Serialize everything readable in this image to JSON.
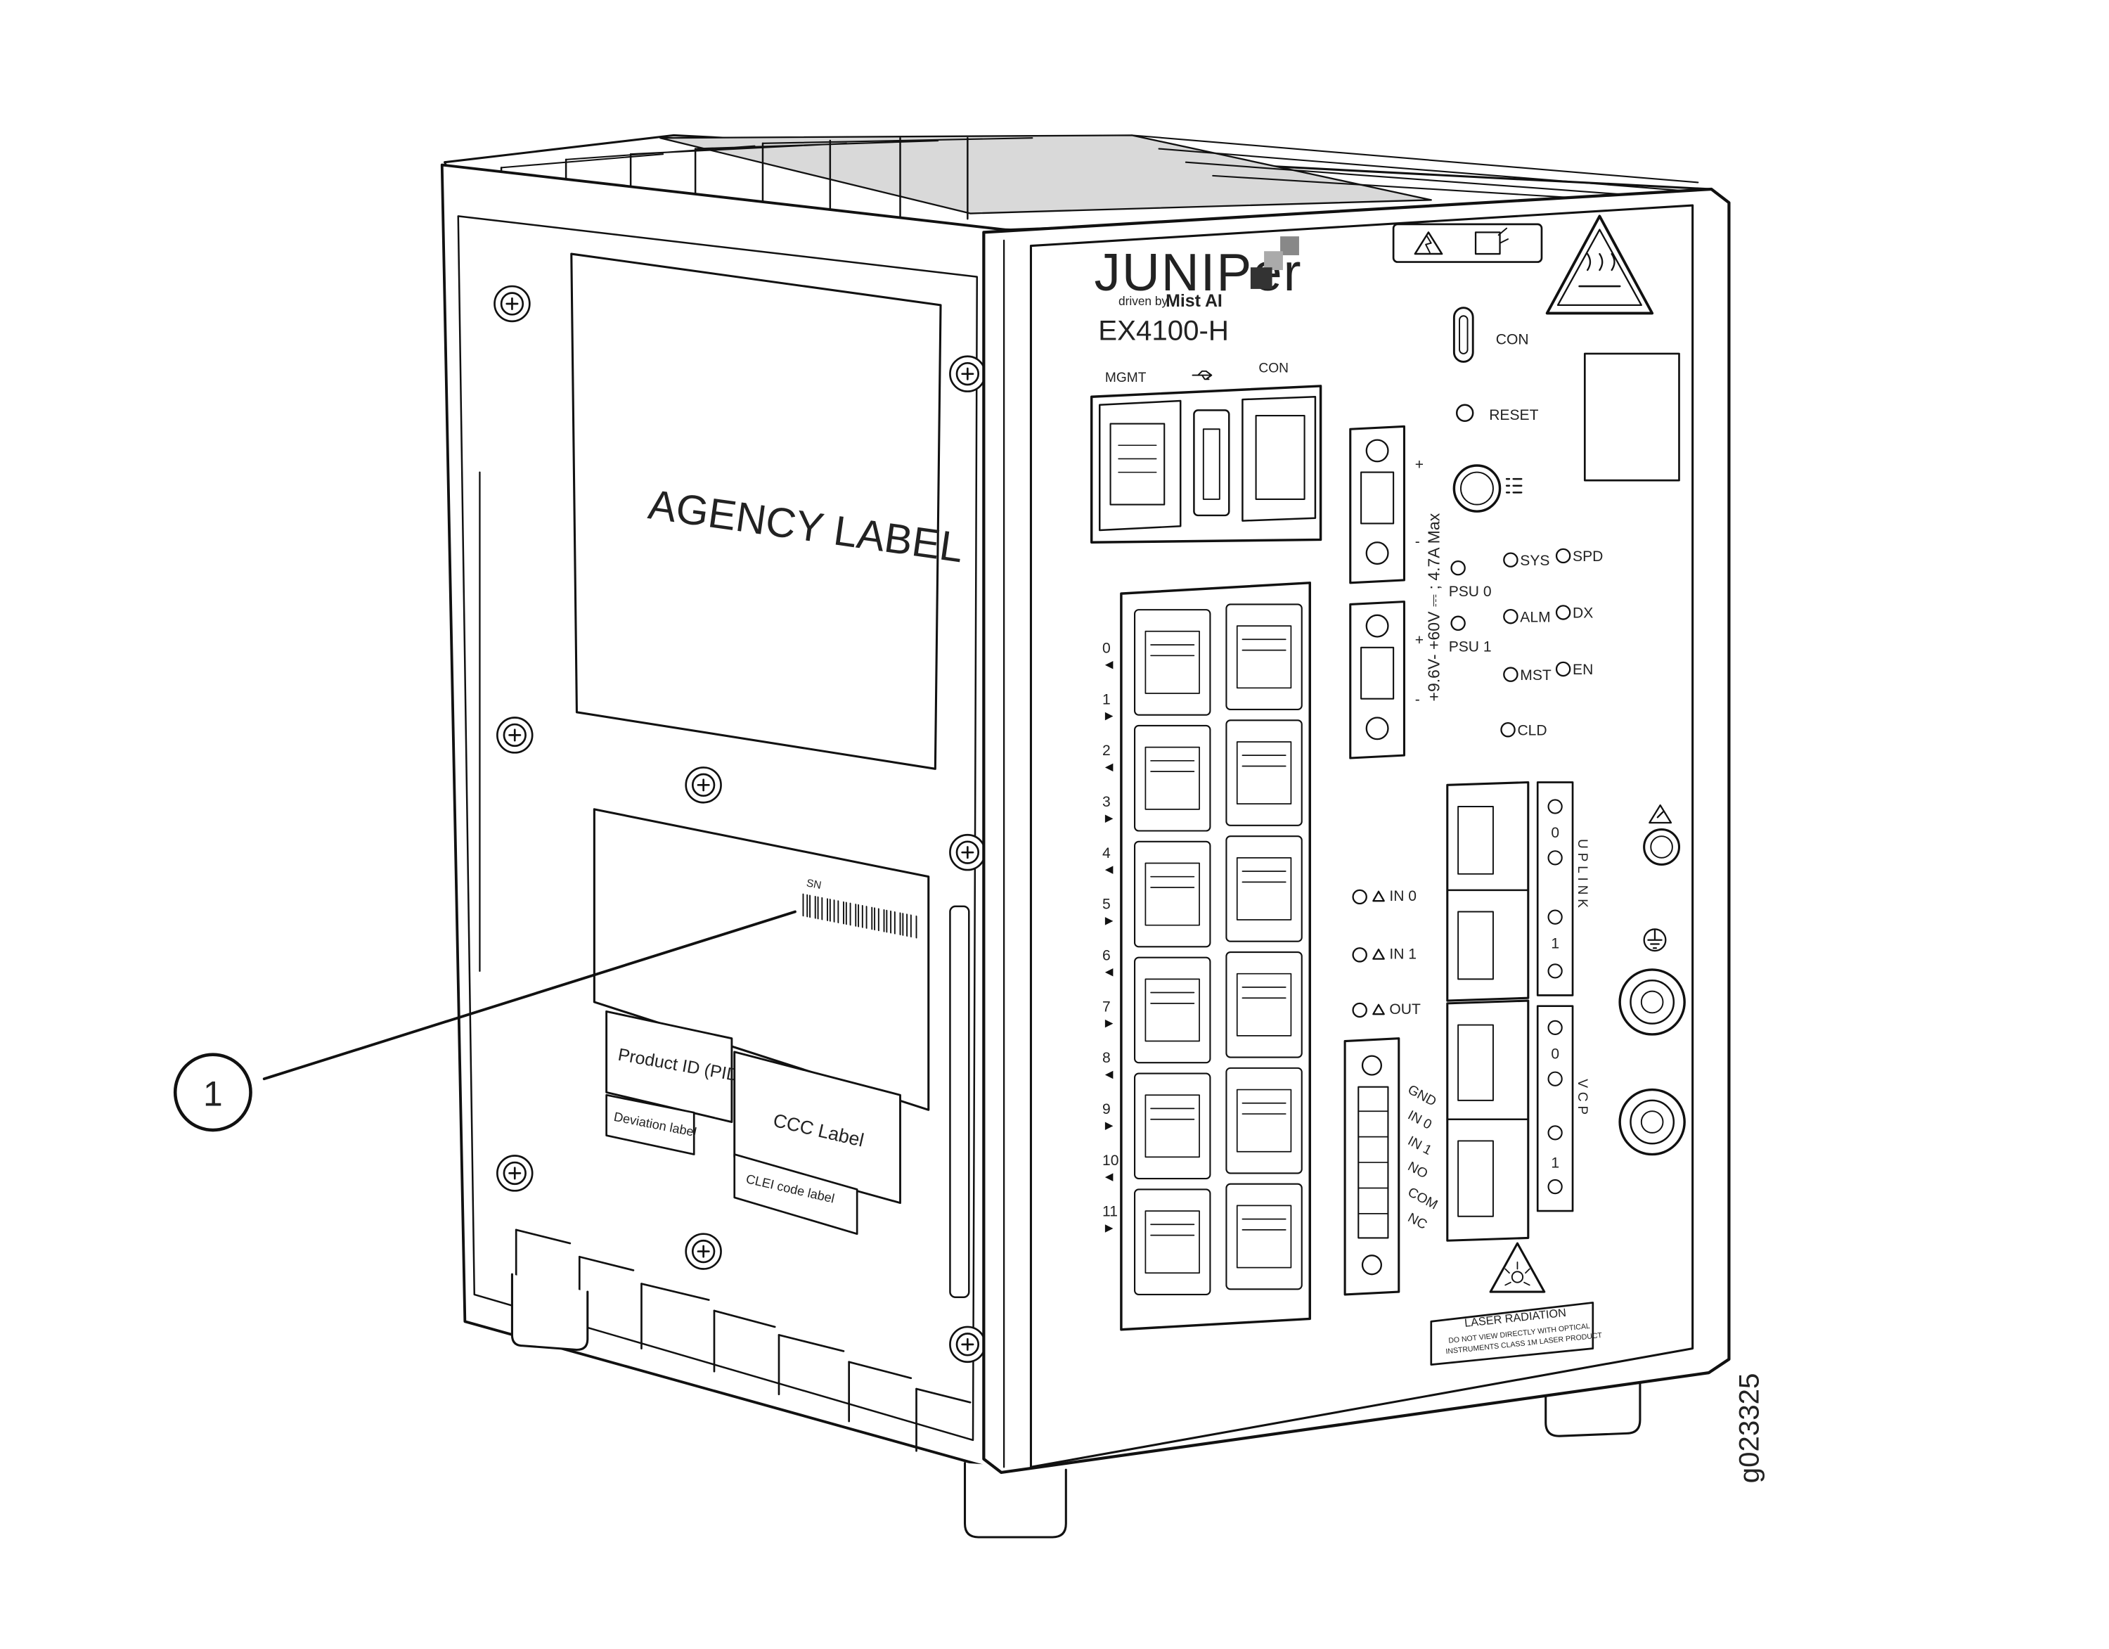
{
  "figure_id": "g023325",
  "callout": {
    "number": "1"
  },
  "device": {
    "brand_logo": "JUNIPer",
    "brand_tagline_prefix": "driven by",
    "brand_tagline_mist": "Mist AI",
    "model": "EX4100-H"
  },
  "side_labels": {
    "agency": "AGENCY LABEL",
    "serial_prefix": "SN",
    "product_id": "Product ID (PID)",
    "deviation": "Deviation label",
    "ccc": "CCC Label",
    "clei": "CLEI code label"
  },
  "front_panel": {
    "mgmt_label": "MGMT",
    "con_top_label": "CON",
    "con_right_label": "CON",
    "reset_label": "RESET",
    "power_rating": "+9.6V- +60V ⎓ ; 4.7A Max",
    "plus_sign": "+",
    "minus_sign": "-",
    "port_numbers": [
      "0",
      "1",
      "2",
      "3",
      "4",
      "5",
      "6",
      "7",
      "8",
      "9",
      "10",
      "11"
    ],
    "leds": {
      "psu0": "PSU 0",
      "psu1": "PSU 1",
      "sys": "SYS",
      "spd": "SPD",
      "alm": "ALM",
      "dx": "DX",
      "mst": "MST",
      "en": "EN",
      "cld": "CLD"
    },
    "alarm_inputs": [
      "IN 0",
      "IN 1",
      "OUT"
    ],
    "terminal_block": [
      "GND",
      "IN 0",
      "IN 1",
      "NO",
      "COM",
      "NC"
    ],
    "uplink_title": "UPLINK",
    "uplink_ports": [
      "0",
      "1"
    ],
    "vcp_title": "VCP",
    "vcp_ports": [
      "0",
      "1"
    ],
    "laser_title": "LASER RADIATION",
    "laser_line1": "DO NOT VIEW DIRECTLY WITH OPTICAL",
    "laser_line2": "INSTRUMENTS CLASS 1M LASER PRODUCT"
  }
}
